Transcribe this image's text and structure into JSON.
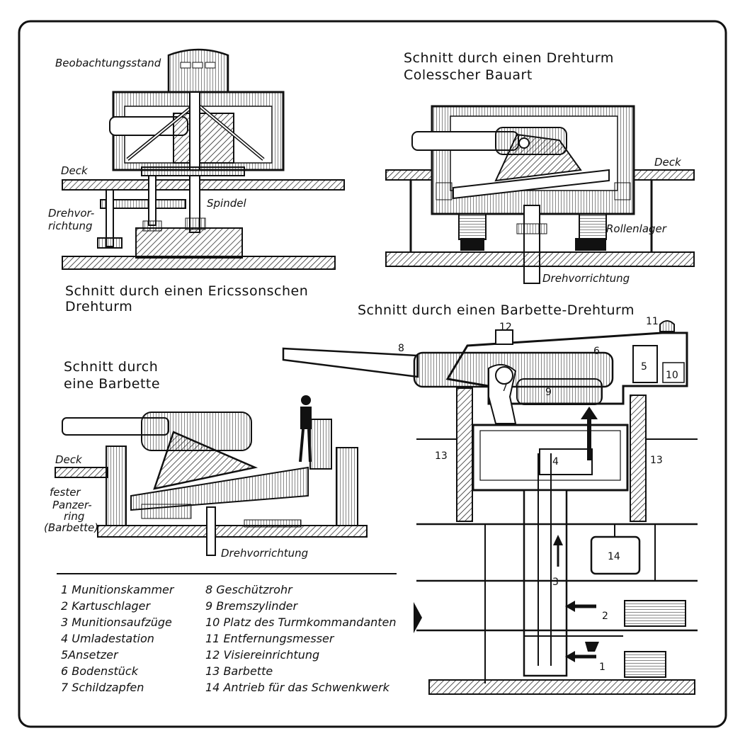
{
  "colors": {
    "ink": "#111111",
    "paper": "#ffffff"
  },
  "ericsson": {
    "title_line1": "Schnitt durch einen Ericssonschen",
    "title_line2": "Drehturm",
    "label_beobachtungsstand": "Beobachtungsstand",
    "label_deck": "Deck",
    "label_drehvorrichtung_1": "Drehvor-",
    "label_drehvorrichtung_2": "richtung",
    "label_spindel": "Spindel"
  },
  "coles": {
    "title_line1": "Schnitt durch einen Drehturm",
    "title_line2": "Colesscher Bauart",
    "label_deck": "Deck",
    "label_rollenlager": "Rollenlager",
    "label_drehvorrichtung": "Drehvorrichtung"
  },
  "barbette": {
    "title_line1": "Schnitt durch",
    "title_line2": "eine Barbette",
    "label_deck": "Deck",
    "label_panzer_1": "fester",
    "label_panzer_2": "Panzer-",
    "label_panzer_3": "ring",
    "label_panzer_4": "(Barbette)",
    "label_drehvorrichtung": "Drehvorrichtung"
  },
  "barbette_turm": {
    "title": "Schnitt durch einen Barbette-Drehturm",
    "numbers": [
      "1",
      "2",
      "3",
      "4",
      "5",
      "6",
      "7",
      "8",
      "9",
      "10",
      "11",
      "12",
      "13",
      "13",
      "14"
    ]
  },
  "legend": {
    "left": [
      "1 Munitionskammer",
      "2 Kartuschlager",
      "3 Munitionsaufzüge",
      "4 Umladestation",
      "5Ansetzer",
      "6 Bodenstück",
      "7 Schildzapfen"
    ],
    "right": [
      "8 Geschützrohr",
      "9 Bremszylinder",
      "10 Platz des Turmkommandanten",
      "11 Entfernungsmesser",
      "12 Visiereinrichtung",
      "13 Barbette",
      "14 Antrieb für das Schwenkwerk"
    ]
  }
}
